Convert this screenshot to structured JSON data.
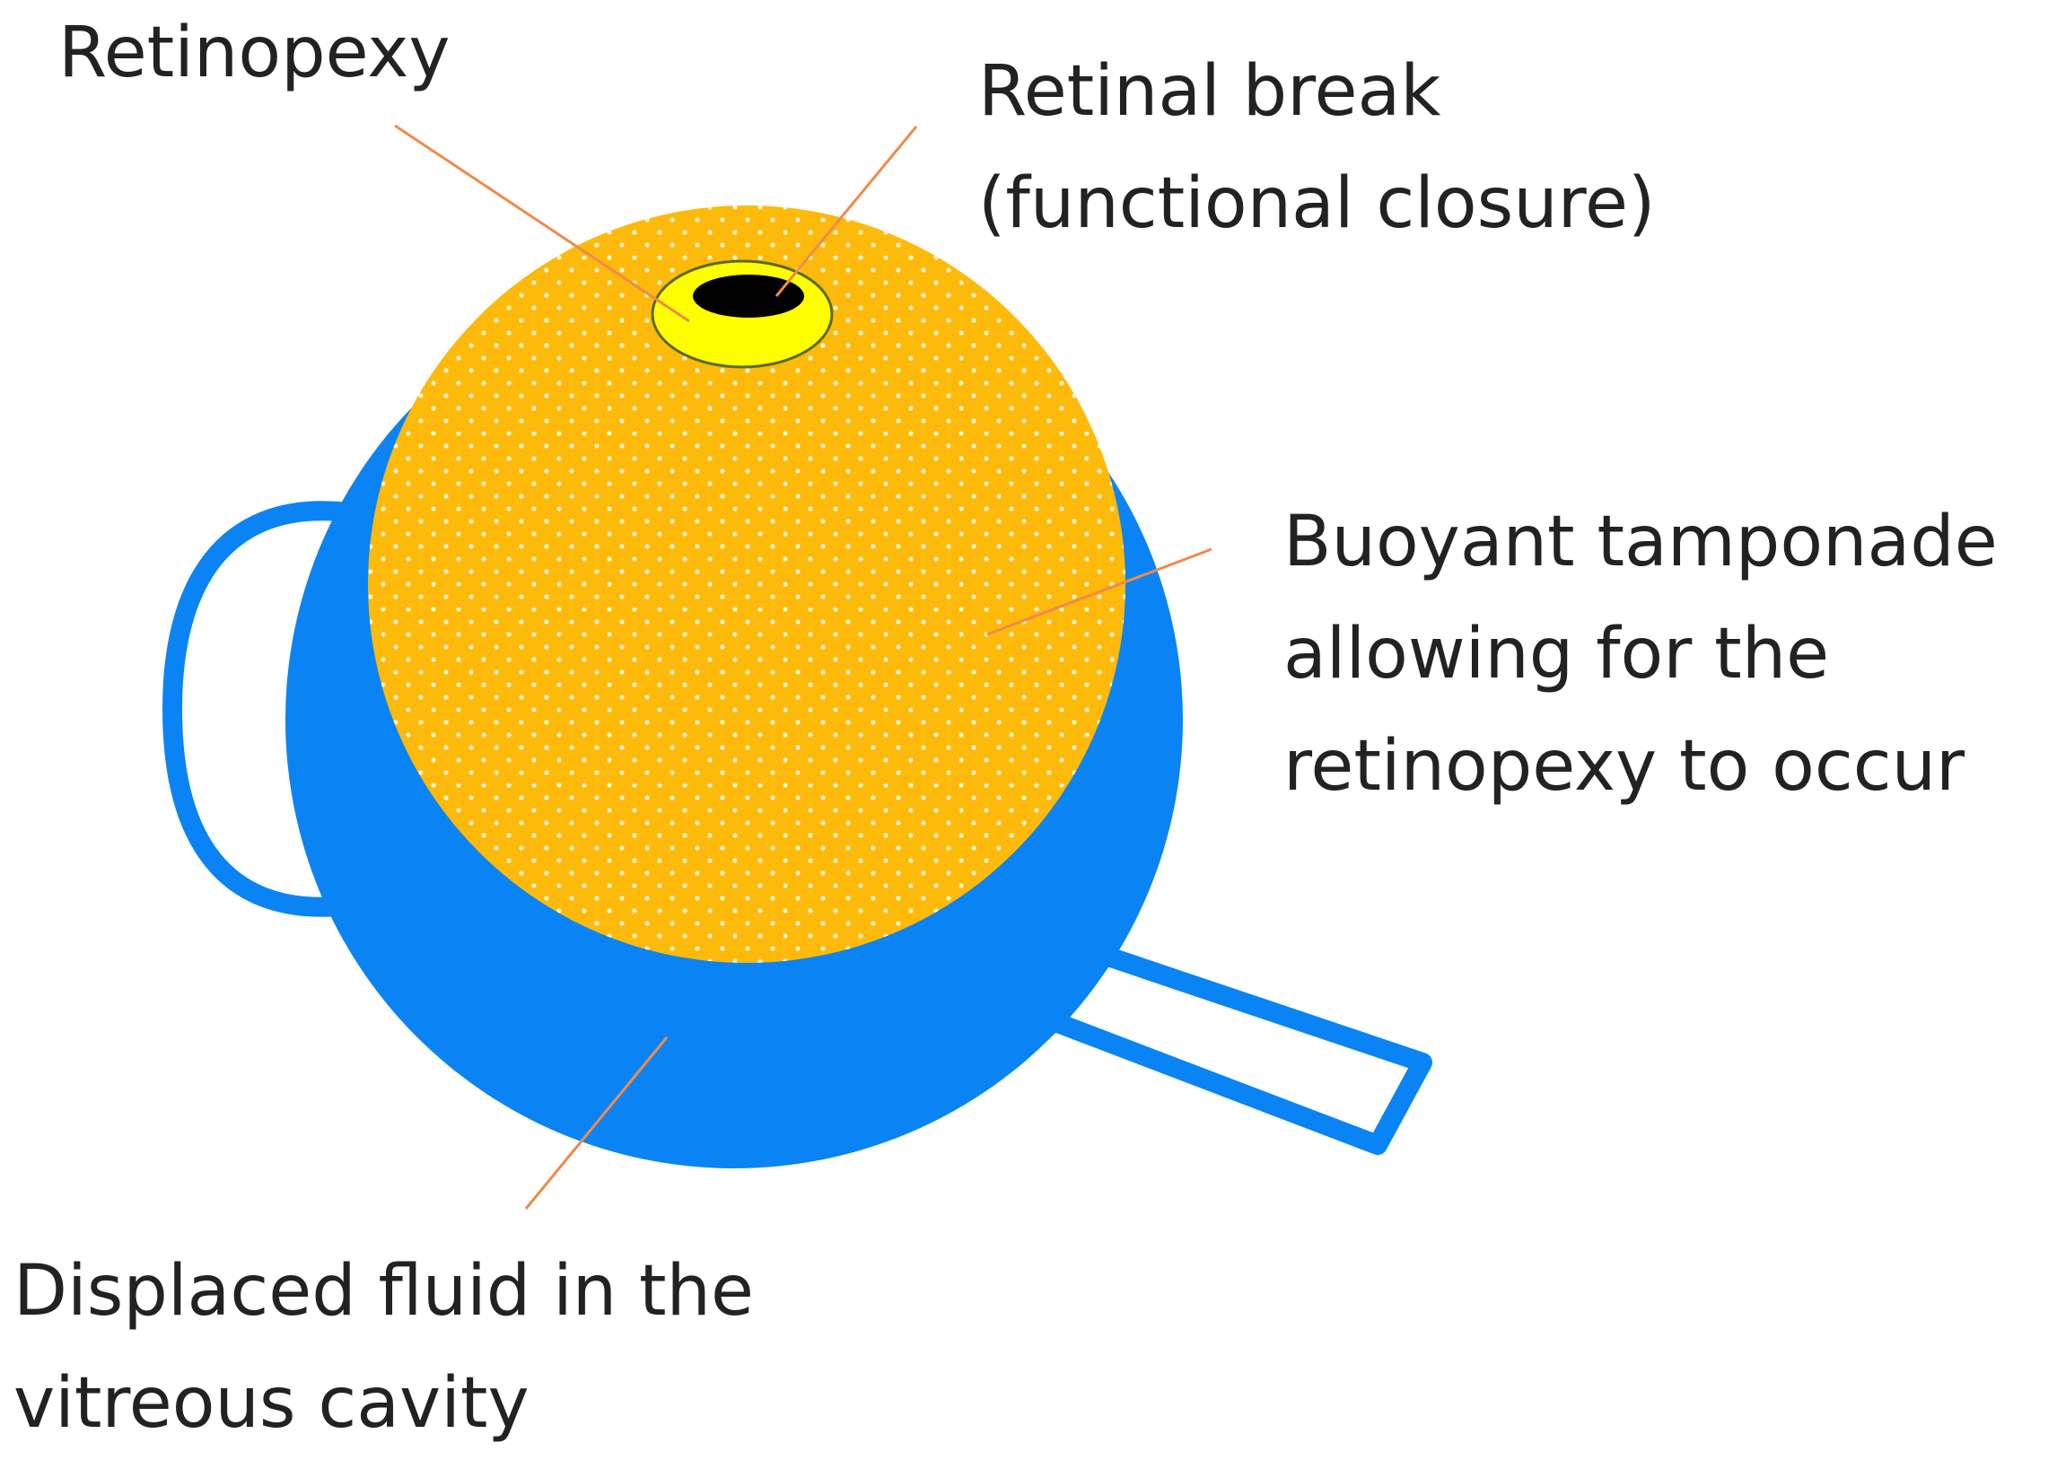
{
  "colors": {
    "background": "#ffffff",
    "vitreous_fluid": "#0a84f4",
    "tamponade": "#fdba0b",
    "tamponade_dots": "#fff3cf",
    "retinopexy": "#ffff00",
    "retinal_break": "#000000",
    "leader_line": "#f08a4b",
    "label_text": "#222222"
  },
  "labels": {
    "retinopexy": "Retinopexy",
    "retinal_break_line1": "Retinal break",
    "retinal_break_line2": "(functional closure)",
    "tamponade_line1": "Buoyant tamponade",
    "tamponade_line2": "allowing for the",
    "tamponade_line3": "retinopexy to occur",
    "fluid_line1": "Displaced fluid in the",
    "fluid_line2": "vitreous cavity"
  }
}
